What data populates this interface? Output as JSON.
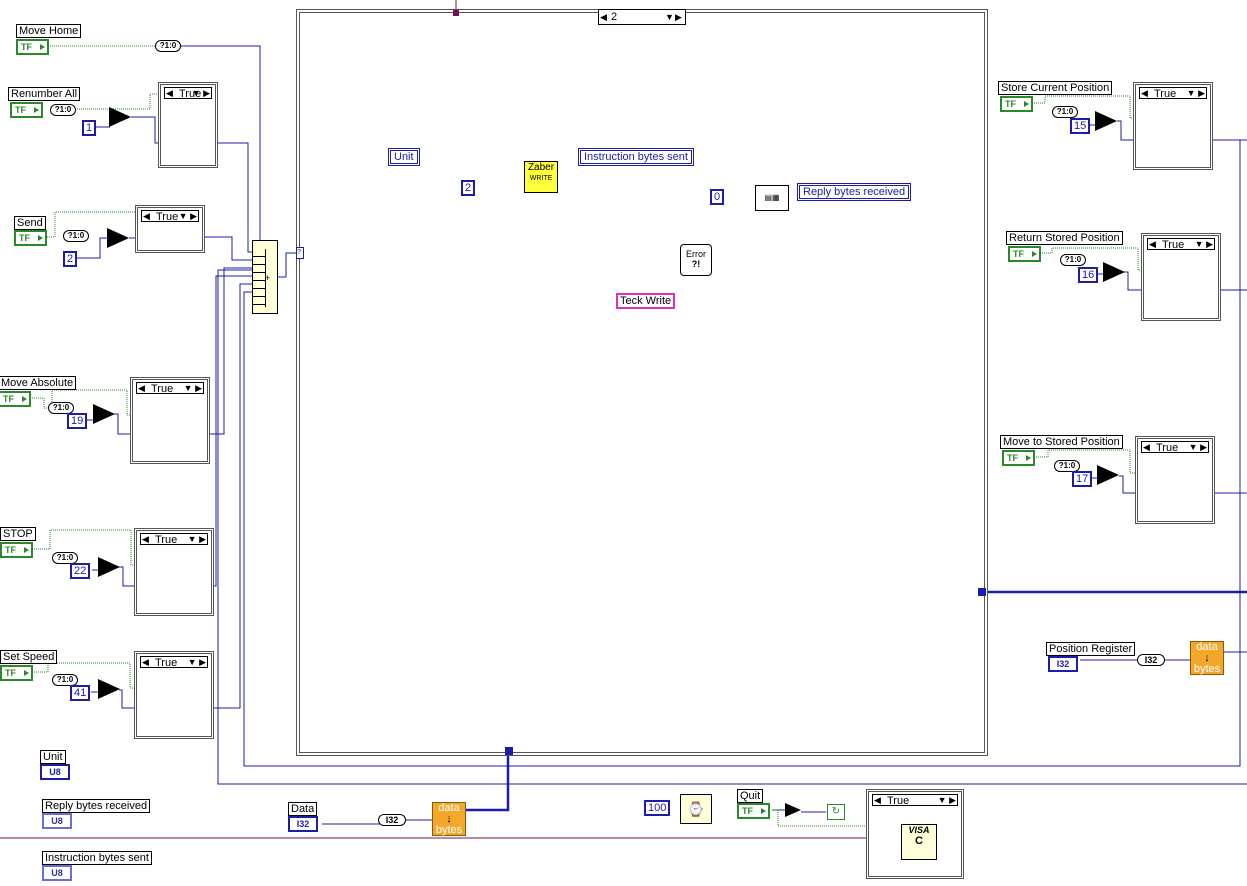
{
  "controls": {
    "move_home": "Move Home",
    "renumber_all": "Renumber All",
    "send": "Send",
    "move_absolute": "Move Absolute",
    "stop": "STOP",
    "set_speed": "Set Speed",
    "unit": "Unit",
    "reply_bytes": "Reply bytes received",
    "instruction_bytes": "Instruction bytes sent",
    "data": "Data",
    "quit": "Quit",
    "store_current": "Store Current Position",
    "return_stored": "Return Stored Position",
    "move_to_stored": "Move to Stored Position",
    "position_register": "Position Register"
  },
  "types": {
    "tf": "TF",
    "u8": "U8",
    "i32": "I32",
    "bool_to_int": "?1:0"
  },
  "constants": {
    "renumber": "1",
    "send": "2",
    "move_abs": "19",
    "stop": "22",
    "set_speed": "41",
    "store": "15",
    "return": "16",
    "move_stored": "17",
    "wait_ms": "100",
    "inner_two": "2",
    "zero": "0"
  },
  "case": {
    "true_label": "True",
    "main_selector": "2"
  },
  "inner": {
    "unit": "Unit",
    "instruction_bytes": "Instruction bytes sent",
    "reply_bytes": "Reply bytes received",
    "teck_write": "Teck Write",
    "zaber_top": "Zaber",
    "zaber_bottom": "WRITE",
    "error_top": "Error",
    "error_bottom": "?!"
  },
  "nodes": {
    "data_bytes_top": "data",
    "data_bytes_arrow": "↓",
    "data_bytes_bottom": "bytes",
    "visa": "VISA",
    "visa_c": "C"
  },
  "colors": {
    "bool": "#2a8a2a",
    "int": "#1c1caa",
    "string": "#e030c0",
    "refnum": "#7a1050",
    "node": "#f3a82c"
  }
}
